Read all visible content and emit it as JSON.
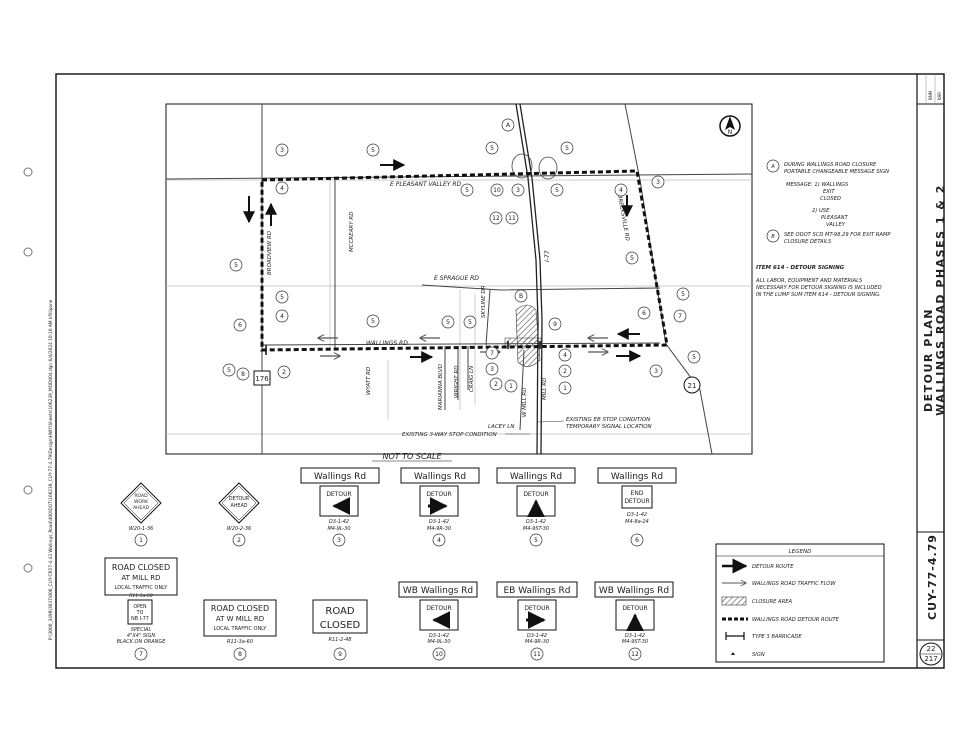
{
  "sheet": {
    "title_line1": "DETOUR PLAN",
    "title_line2": "WALLINGS ROAD PHASES 1 & 2",
    "project_id": "CUY-77-4.79",
    "sheet_num": "22",
    "sheet_total": "217",
    "designer": [
      "BNM",
      "KAR"
    ],
    "file_path": "P:\\3000_3499\\3037\\000_CUY-CR57-4.43 Wallings_Road\\400\\DOT\\106239_CUY-77-4.79\\Design\\HWY\\Sheets\\106239_MOD004.dgn     6/4/2024  10:16 AM     kfillipone",
    "not_to_scale": "NOT TO SCALE"
  },
  "map": {
    "north_label": "N",
    "roads": {
      "pleasant_valley": "E PLEASANT VALLEY RD",
      "sprague": "E SPRAGUE RD",
      "wallings": "WALLINGS RD",
      "broadview": "BROADVIEW RD",
      "mccreary": "MCCREARY RD",
      "brecksville": "BRECKSVILLE RD",
      "wyatt": "WYATT RD",
      "marianna": "MARIANNA BLVD",
      "wright": "WRIGHT RD",
      "craig": "CRAIG LN",
      "skyline": "SKYLINE DR",
      "i77": "I-77",
      "w_mill": "W MILL RD",
      "mill": "MILL RD",
      "lacey": "LACEY LN"
    },
    "route_shields": {
      "sr176": "176",
      "sr21": "21"
    },
    "callouts": {
      "eb_stop": "EXISTING EB STOP CONDITION",
      "temp_signal": "TEMPORARY SIGNAL LOCATION",
      "three_way": "EXISTING 3-WAY STOP CONDITION"
    },
    "markers": [
      "3",
      "4",
      "5",
      "6",
      "7",
      "8",
      "9",
      "10",
      "11",
      "12",
      "1",
      "2",
      "A",
      "B"
    ]
  },
  "notes": {
    "a_text": "DURING WALLINGS ROAD CLOSURE PORTABLE CHANGEABLE MESSAGE SIGN",
    "a_msg1": [
      "MESSAGE: 1) WALLINGS",
      "EXIT",
      "CLOSED"
    ],
    "a_msg2": [
      "2)  USE",
      "PLEASANT",
      "VALLEY"
    ],
    "b_text": "SEE ODOT SCD MT-98.29 FOR EXIT RAMP CLOSURE DETAILS",
    "item_title": "ITEM 614 - DETOUR SIGNING",
    "item_body": "ALL LABOR, EQUIPMENT AND MATERIALS NECESSARY FOR DETOUR SIGNING IS INCLUDED IN THE LUMP SUM ITEM 614 - DETOUR SIGNING."
  },
  "signs": [
    {
      "num": "1",
      "code": "W20-1-36",
      "lines": [
        "ROAD",
        "WORK",
        "AHEAD"
      ]
    },
    {
      "num": "2",
      "code": "W20-2-36",
      "lines": [
        "DETOUR",
        "AHEAD"
      ]
    },
    {
      "num": "3",
      "plaque": "Wallings Rd",
      "sign": "DETOUR",
      "code": "D3-1-42",
      "code2": "M4-9L-30"
    },
    {
      "num": "4",
      "plaque": "Wallings Rd",
      "sign": "DETOUR",
      "code": "D3-1-42",
      "code2": "M4-9R-30"
    },
    {
      "num": "5",
      "plaque": "Wallings Rd",
      "sign": "DETOUR",
      "code": "D3-1-42",
      "code2": "M4-9ST-30"
    },
    {
      "num": "6",
      "plaque": "Wallings Rd",
      "sign": "END DETOUR",
      "code": "D3-1-42",
      "code2": "M4-8a-24"
    },
    {
      "num": "7",
      "lines": [
        "ROAD CLOSED",
        "AT    MILL RD",
        "LOCAL TRAFFIC ONLY"
      ],
      "code": "R11-3a-60",
      "sub": [
        "OPEN",
        "TO",
        "NB I-77"
      ],
      "special": [
        "SPECIAL",
        "4\"X4\" SIGN",
        "BLACK ON ORANGE"
      ]
    },
    {
      "num": "8",
      "lines": [
        "ROAD CLOSED",
        "AT  W MILL RD",
        "LOCAL TRAFFIC ONLY"
      ],
      "code": "R11-3a-60"
    },
    {
      "num": "9",
      "lines": [
        "ROAD",
        "CLOSED"
      ],
      "code": "R11-2-48"
    },
    {
      "num": "10",
      "plaque": "WB Wallings Rd",
      "sign": "DETOUR",
      "code": "D3-1-42",
      "code2": "M4-9L-30"
    },
    {
      "num": "11",
      "plaque": "EB Wallings Rd",
      "sign": "DETOUR",
      "code": "D3-1-42",
      "code2": "M4-9R-30"
    },
    {
      "num": "12",
      "plaque": "WB Wallings Rd",
      "sign": "DETOUR",
      "code": "D3-1-42",
      "code2": "M4-9ST-30"
    }
  ],
  "legend": {
    "title": "LEGEND",
    "items": [
      "DETOUR ROUTE",
      "WALLINGS ROAD TRAFFIC FLOW",
      "CLOSURE AREA",
      "WALLINGS ROAD DETOUR ROUTE",
      "TYPE 3 BARRICADE",
      "SIGN"
    ]
  }
}
